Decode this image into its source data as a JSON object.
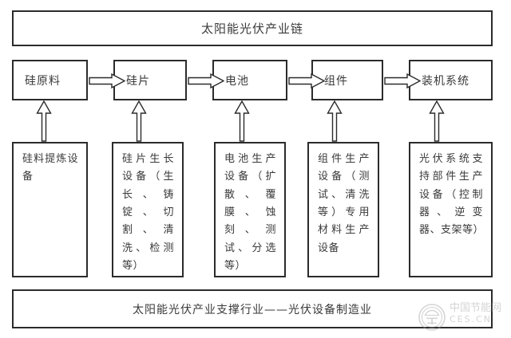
{
  "diagram": {
    "title": "太阳能光伏产业链",
    "footer": "太阳能光伏产业支撑行业——光伏设备制造业",
    "colors": {
      "border": "#2b2b2b",
      "text": "#3a3a3a",
      "background": "#ffffff",
      "watermark": "#9a9a9a"
    },
    "stages": [
      {
        "label": "硅原料"
      },
      {
        "label": "硅片"
      },
      {
        "label": "电池"
      },
      {
        "label": "组件"
      },
      {
        "label": "装机系统"
      }
    ],
    "equipment": [
      {
        "label": "硅料提炼设备"
      },
      {
        "label": "硅片生长设备（生长、铸锭、切割、清洗、检测等）"
      },
      {
        "label": "电池生产设备（扩散、覆膜、蚀刻、测试、分选等）"
      },
      {
        "label": "组件生产设备（测试、清洗等）专用材料生产设备"
      },
      {
        "label": "光伏系统支持部件生产设备（控制器、逆变器、支架等）"
      }
    ],
    "connectors": {
      "horizontal_arrow_icon": "arrow-right-icon",
      "vertical_arrow_icon": "arrow-up-icon",
      "horizontal_count": 4,
      "vertical_count": 5
    }
  },
  "watermark": {
    "site_cn": "中国节能网",
    "site_en": "CES.CN",
    "logo_icon": "ces-circle-logo-icon"
  }
}
